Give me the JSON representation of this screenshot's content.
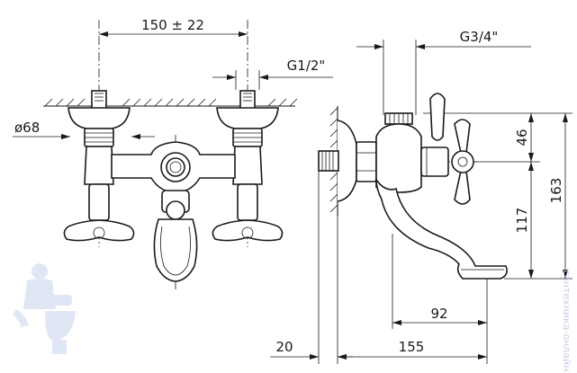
{
  "dimensions": {
    "centers": "150 ± 22",
    "pipe_thread": "G1/2\"",
    "flange_diameter": "ø68",
    "outlet_thread": "G3/4\"",
    "handle_height": "46",
    "spout_height": "117",
    "total_height": "163",
    "spout_reach": "92",
    "wall_offset": "20",
    "total_depth": "155"
  },
  "watermark": {
    "text": "сантехника-онлайн.ру",
    "color": "#c8cfe0"
  },
  "colors": {
    "line": "#1a1a1a",
    "background": "#ffffff"
  }
}
